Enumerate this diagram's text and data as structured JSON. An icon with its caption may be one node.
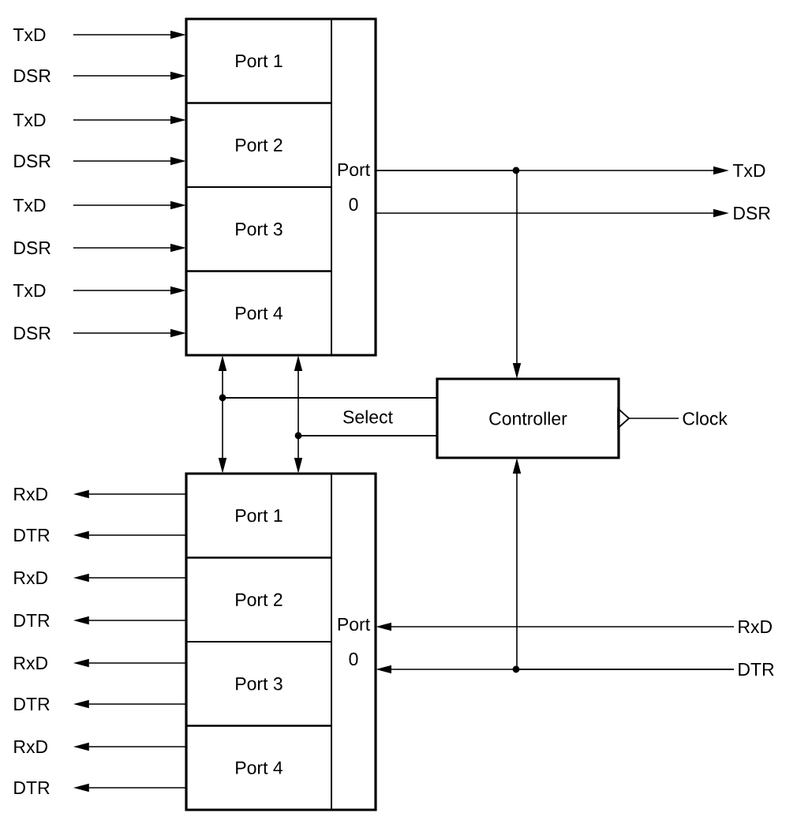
{
  "diagram": {
    "nodes": [
      {
        "text": [],
        "shape": "box"
      },
      {
        "text": [
          "Port 1"
        ],
        "in": 0
      },
      {
        "text": [
          "Port 2"
        ],
        "in": 0
      },
      {
        "text": [
          "Port 3"
        ],
        "in": 0
      },
      {
        "text": [
          "Port 4"
        ],
        "in": 0
      },
      {
        "text": [
          "Port 0"
        ],
        "in": 0
      },
      {
        "text": [],
        "shape": "box"
      },
      {
        "text": [
          "Port 1"
        ],
        "in": 6
      },
      {
        "text": [
          "Port 2"
        ],
        "in": 6
      },
      {
        "text": [
          "Port 3"
        ],
        "in": 6
      },
      {
        "text": [
          "Port 4"
        ],
        "in": 6
      },
      {
        "text": [
          "Port 0"
        ],
        "in": 6
      },
      {
        "text": [
          "Controller"
        ]
      },
      {
        "text": [
          "TxD"
        ]
      },
      {
        "text": [
          "DSR"
        ]
      },
      {
        "text": [
          "TxD"
        ]
      },
      {
        "text": [
          "DSR"
        ]
      },
      {
        "text": [
          "TxD"
        ]
      },
      {
        "text": [
          "DSR"
        ]
      },
      {
        "text": [
          "TxD"
        ]
      },
      {
        "text": [
          "DSR"
        ]
      },
      {
        "text": [
          "TxD"
        ]
      },
      {
        "text": [
          "DSR"
        ]
      },
      {
        "text": [
          "RxD"
        ]
      },
      {
        "text": [
          "DTR"
        ]
      },
      {
        "text": [
          "RxD"
        ]
      },
      {
        "text": [
          "DTR"
        ]
      },
      {
        "text": [
          "RxD"
        ]
      },
      {
        "text": [
          "DTR"
        ]
      },
      {
        "text": [
          "RxD"
        ]
      },
      {
        "text": [
          "DTR"
        ]
      },
      {
        "text": [
          "RxD"
        ]
      },
      {
        "text": [
          "DTR"
        ]
      },
      {
        "text": [
          "Clock"
        ]
      }
    ],
    "edges": [
      {
        "from": 13,
        "to": 1,
        "arrow": "to"
      },
      {
        "from": 14,
        "to": 1,
        "arrow": "to"
      },
      {
        "from": 15,
        "to": 2,
        "arrow": "to"
      },
      {
        "from": 16,
        "to": 2,
        "arrow": "to"
      },
      {
        "from": 17,
        "to": 3,
        "arrow": "to"
      },
      {
        "from": 18,
        "to": 3,
        "arrow": "to"
      },
      {
        "from": 19,
        "to": 4,
        "arrow": "to"
      },
      {
        "from": 20,
        "to": 4,
        "arrow": "to"
      },
      {
        "from": 5,
        "to": 21,
        "arrow": "to"
      },
      {
        "from": 5,
        "to": 22,
        "arrow": "to"
      },
      {
        "from": 5,
        "to": 12,
        "arrow": "to"
      },
      {
        "from": 33,
        "to": 12,
        "arrow": "other"
      },
      {
        "from": 12,
        "to": 0,
        "arrow": "to"
      },
      {
        "from": 12,
        "to": 6,
        "arrow": "to"
      },
      {
        "from": 12,
        "to": 0,
        "arrow": "to"
      },
      {
        "from": 12,
        "to": 6,
        "arrow": "to"
      },
      {
        "from": 7,
        "to": 23,
        "arrow": "to"
      },
      {
        "from": 7,
        "to": 24,
        "arrow": "to"
      },
      {
        "from": 8,
        "to": 25,
        "arrow": "to"
      },
      {
        "from": 8,
        "to": 26,
        "arrow": "to"
      },
      {
        "from": 9,
        "to": 27,
        "arrow": "to"
      },
      {
        "from": 9,
        "to": 28,
        "arrow": "to"
      },
      {
        "from": 10,
        "to": 29,
        "arrow": "to"
      },
      {
        "from": 10,
        "to": 30,
        "arrow": "to"
      },
      {
        "from": 31,
        "to": 11,
        "arrow": "to"
      },
      {
        "from": 32,
        "to": 11,
        "arrow": "to"
      },
      {
        "from": 32,
        "to": 12,
        "arrow": "to"
      }
    ],
    "labels": [
      "Select"
    ]
  }
}
